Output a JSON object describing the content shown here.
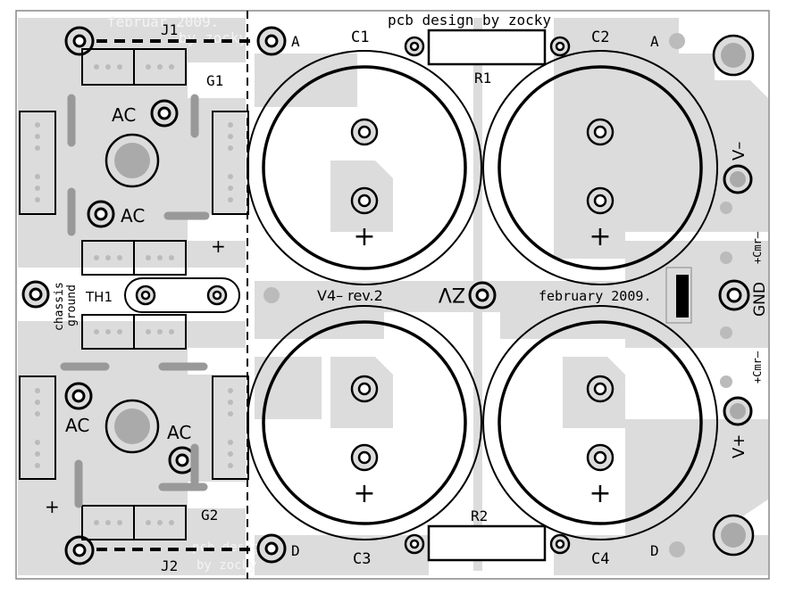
{
  "title": "pcb design  by zocky",
  "labels": {
    "j1": "J1",
    "j2": "J2",
    "g1": "G1",
    "g2": "G2",
    "c1": "C1",
    "c2": "C2",
    "c3": "C3",
    "c4": "C4",
    "r1": "R1",
    "r2": "R2",
    "th1": "TH1",
    "a_left": "A",
    "a_right": "A",
    "d_left": "D",
    "d_right": "D",
    "ac1": "AC",
    "ac2": "AC",
    "ac3": "AC",
    "ac4": "AC",
    "chassis1": "chassis",
    "chassis2": "ground",
    "version": "V4–  rev.2",
    "zv": "ZV",
    "date": "february 2009.",
    "gnd": "GND",
    "v_minus": "V–",
    "v_plus": "V+",
    "cmr_top": "+Cmr–",
    "cmr_bottom": "+Cmr–",
    "plus_sign": "+"
  },
  "ghost_text": {
    "top1": "februar 2009.",
    "top2": "by zocky",
    "bottom1": "pcb design",
    "bottom2": "by zocky"
  },
  "colors": {
    "copper": "#dcdcdc",
    "silk": "#000000",
    "background": "#ffffff"
  }
}
